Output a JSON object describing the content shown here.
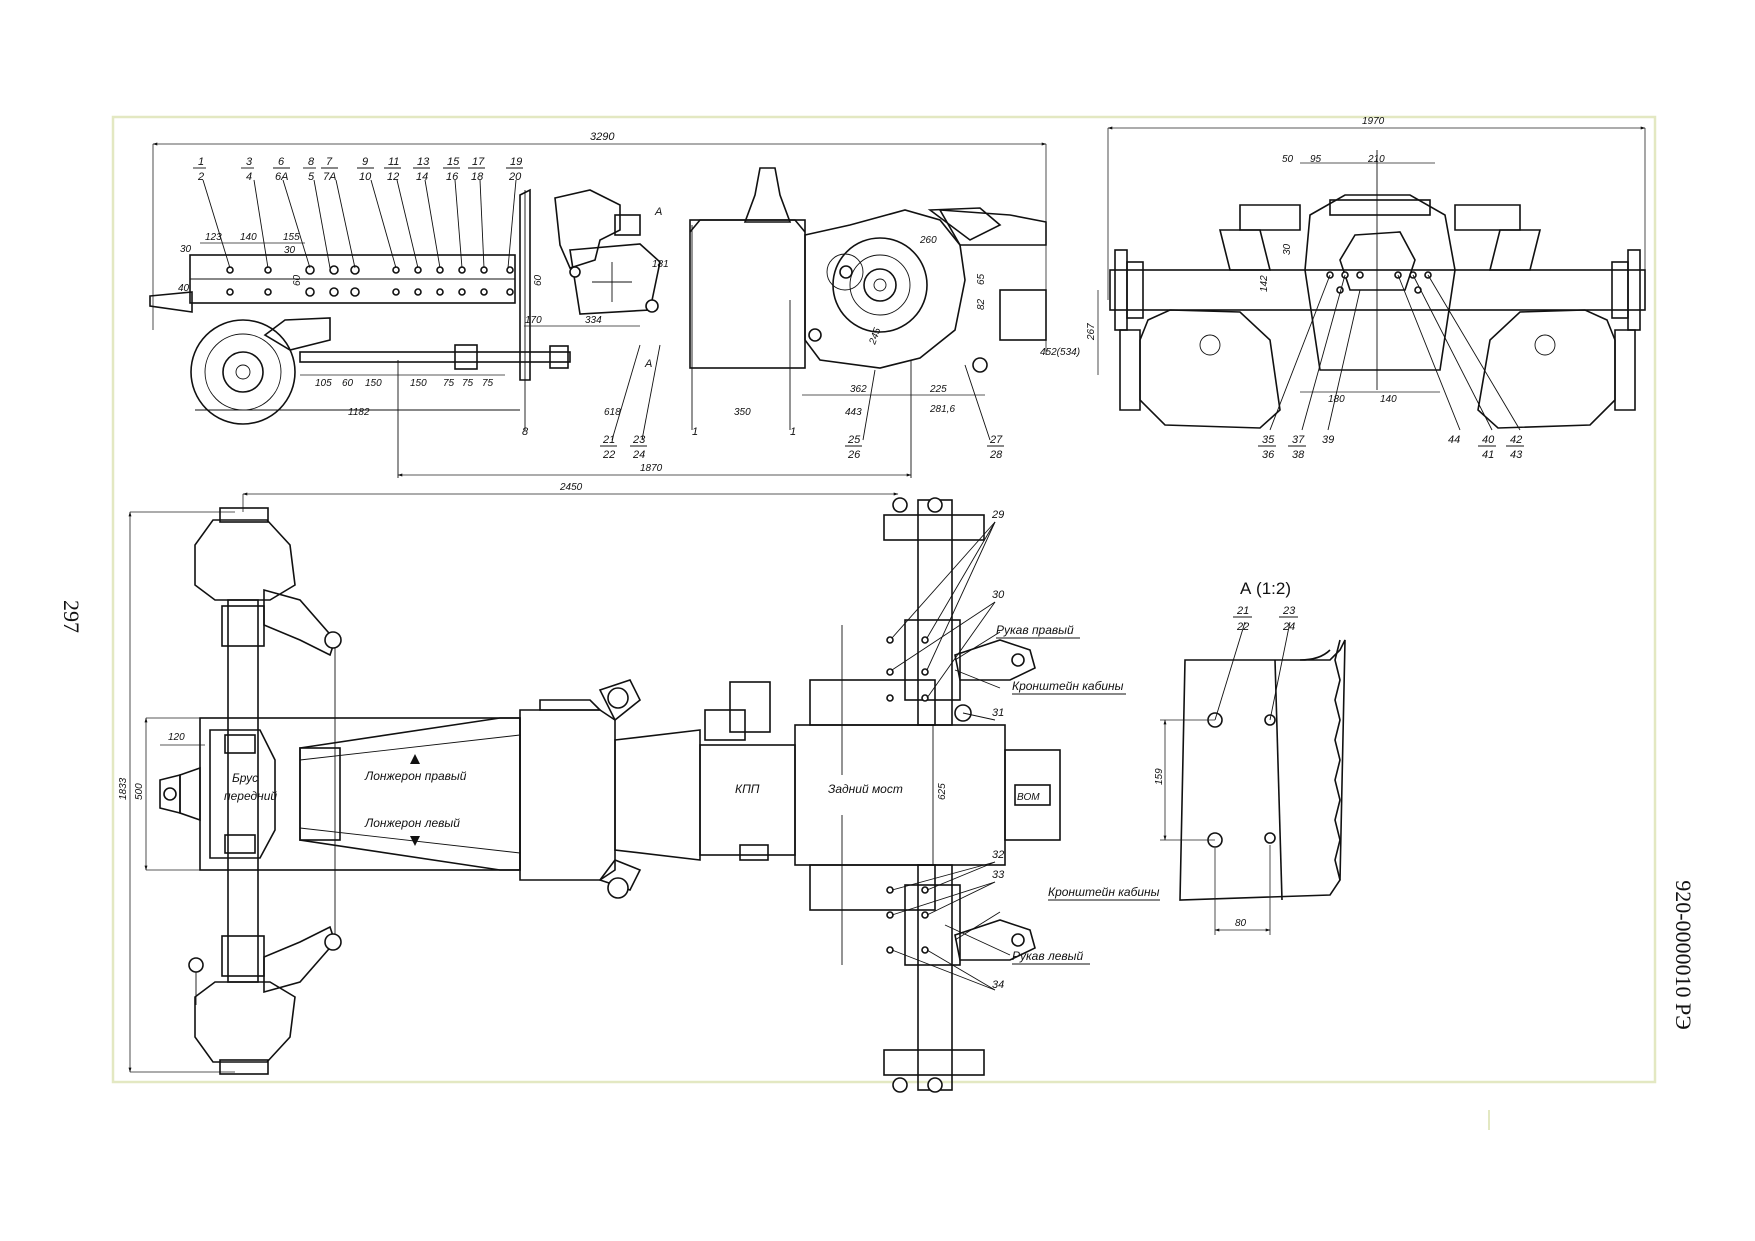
{
  "page_number": "297",
  "document_code": "920-0000010 РЭ",
  "side_view": {
    "dims": {
      "overall": "3290",
      "d123": "123",
      "d140": "140",
      "d155": "155",
      "d30a": "30",
      "d30b": "30",
      "d40": "40",
      "d60a": "60",
      "d60b": "60",
      "d181": "181",
      "d170": "170",
      "d334": "334",
      "d105": "105",
      "d60c": "60",
      "d150a": "150",
      "d150b": "150",
      "d75a": "75",
      "d75b": "75",
      "d75c": "75",
      "d1182": "1182",
      "d618": "618",
      "d350": "350",
      "d443": "443",
      "d362": "362",
      "d225": "225",
      "d2816": "281,6",
      "d260": "260",
      "d65": "65",
      "d82": "82",
      "d452": "452(534)",
      "d245": "245",
      "d1870": "1870"
    },
    "callouts_top": [
      {
        "n": "1",
        "d": "2"
      },
      {
        "n": "3",
        "d": "4"
      },
      {
        "n": "6",
        "d": "6А"
      },
      {
        "n": "8",
        "d": "5"
      },
      {
        "n": "7",
        "d": "7А"
      },
      {
        "n": "9",
        "d": "10"
      },
      {
        "n": "11",
        "d": "12"
      },
      {
        "n": "13",
        "d": "14"
      },
      {
        "n": "15",
        "d": "16"
      },
      {
        "n": "17",
        "d": "18"
      },
      {
        "n": "19",
        "d": "20"
      }
    ],
    "callouts_bottom": [
      {
        "n": "21",
        "d": "22"
      },
      {
        "n": "23",
        "d": "24"
      },
      {
        "n": "25",
        "d": "26"
      },
      {
        "n": "27",
        "d": "28"
      }
    ],
    "section_marks": {
      "a": "А",
      "b": "А",
      "s1": "1",
      "s2": "1",
      "s8": "8"
    }
  },
  "rear_view": {
    "dims": {
      "width": "1970",
      "d50": "50",
      "d95": "95",
      "d210": "210",
      "d30": "30",
      "d142": "142",
      "d267": "267",
      "d180": "180",
      "d140": "140"
    },
    "callouts": [
      {
        "n": "35",
        "d": "36"
      },
      {
        "n": "37",
        "d": "38"
      },
      {
        "n": "39",
        "d": ""
      },
      {
        "n": "44",
        "d": ""
      },
      {
        "n": "40",
        "d": "41"
      },
      {
        "n": "42",
        "d": "43"
      }
    ]
  },
  "plan_view": {
    "dims": {
      "d2450": "2450",
      "d1833": "1833",
      "d500": "500",
      "d120": "120",
      "d625": "625"
    },
    "labels": {
      "brus": "Брус",
      "peredniy": "передний",
      "lonzh_right": "Лонжерон правый",
      "lonzh_left": "Лонжерон левый",
      "kpp": "КПП",
      "rear_axle": "Задний мост",
      "vom": "ВОМ",
      "sleeve_right": "Рукав правый",
      "sleeve_left": "Рукав левый",
      "bracket_top": "Кронштейн кабины",
      "bracket_bottom": "Кронштейн кабины"
    },
    "callouts": {
      "c29": "29",
      "c30": "30",
      "c31": "31",
      "c32": "32",
      "c33": "33",
      "c34": "34"
    }
  },
  "detail_view": {
    "title": "А (1:2)",
    "callouts": [
      {
        "n": "21",
        "d": "22"
      },
      {
        "n": "23",
        "d": "24"
      }
    ],
    "dims": {
      "d159": "159",
      "d80": "80"
    }
  }
}
